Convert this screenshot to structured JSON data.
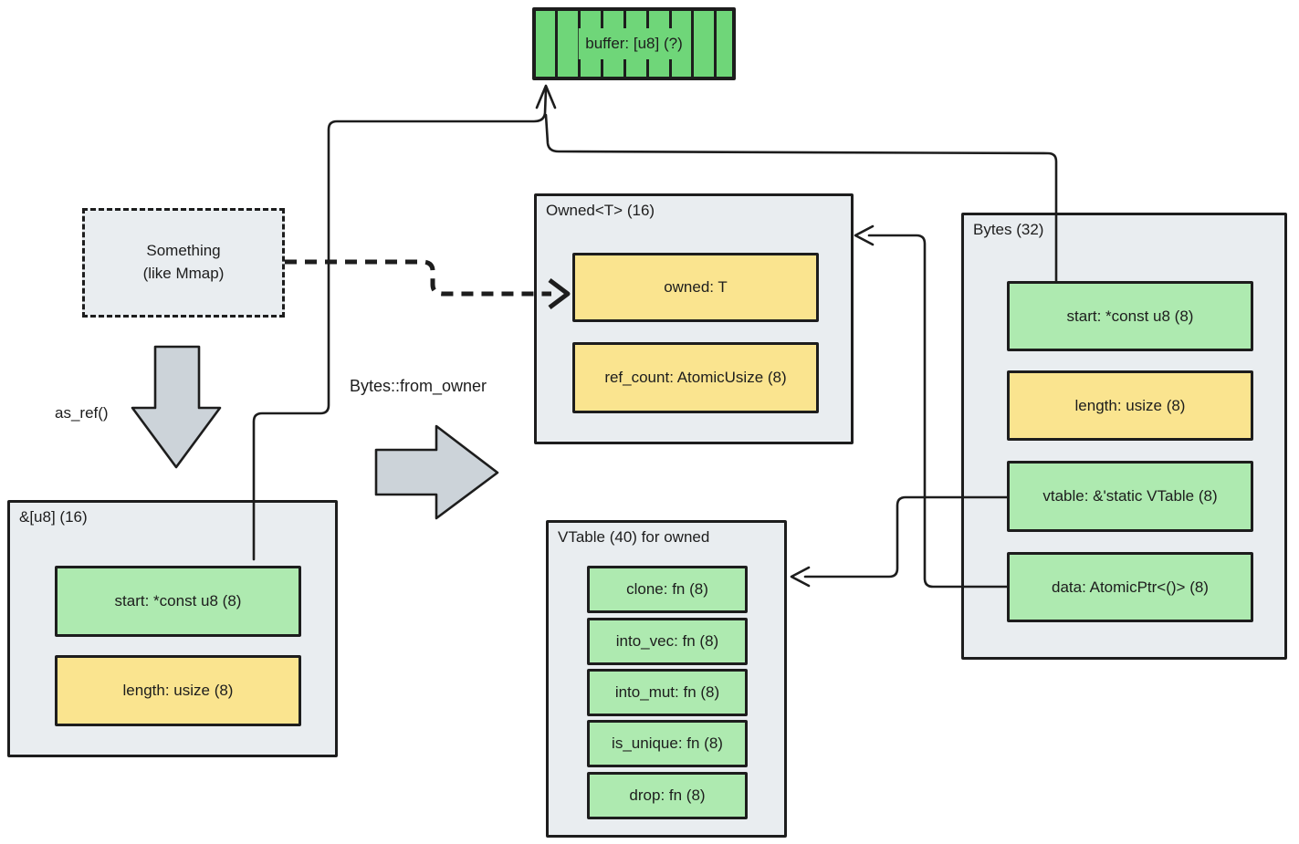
{
  "buffer": {
    "label": "buffer: [u8] (?)"
  },
  "something_box": {
    "line1": "Something",
    "line2": "(like Mmap)"
  },
  "slice_box": {
    "title": "&[u8] (16)",
    "fields": [
      {
        "label": "start: *const u8 (8)",
        "kind": "green"
      },
      {
        "label": "length: usize (8)",
        "kind": "yellow"
      }
    ]
  },
  "owned_box": {
    "title": "Owned<T> (16)",
    "fields": [
      {
        "label": "owned: T",
        "kind": "yellow"
      },
      {
        "label": "ref_count: AtomicUsize (8)",
        "kind": "yellow"
      }
    ]
  },
  "bytes_box": {
    "title": "Bytes (32)",
    "fields": [
      {
        "label": "start: *const u8 (8)",
        "kind": "green"
      },
      {
        "label": "length: usize (8)",
        "kind": "yellow"
      },
      {
        "label": "vtable: &'static VTable (8)",
        "kind": "green"
      },
      {
        "label": "data: AtomicPtr<()> (8)",
        "kind": "green"
      }
    ]
  },
  "vtable_box": {
    "title": "VTable (40) for owned",
    "fields": [
      {
        "label": "clone: fn (8)",
        "kind": "green"
      },
      {
        "label": "into_vec: fn (8)",
        "kind": "green"
      },
      {
        "label": "into_mut: fn (8)",
        "kind": "green"
      },
      {
        "label": "is_unique: fn (8)",
        "kind": "green"
      },
      {
        "label": "drop: fn (8)",
        "kind": "green"
      }
    ]
  },
  "arrow_labels": {
    "as_ref": "as_ref()",
    "from_owner": "Bytes::from_owner"
  },
  "colors": {
    "field_green": "#aeeab0",
    "field_yellow": "#fae48f",
    "buffer_green": "#6fd679",
    "container_bg": "#e9edf0",
    "stroke": "#1d1d1d",
    "block_arrow_fill": "#ccd3d9"
  }
}
